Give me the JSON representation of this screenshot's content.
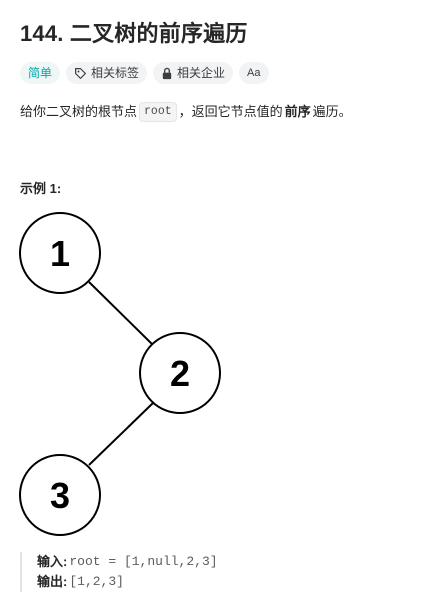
{
  "problem": {
    "title": "144. 二叉树的前序遍历"
  },
  "tags": {
    "difficulty": "简单",
    "related_tags": "相关标签",
    "related_companies": "相关企业",
    "translate": "Aa"
  },
  "description": {
    "prefix": "给你二叉树的根节点",
    "code": "root",
    "middle": "，返回它节点值的",
    "bold": "前序",
    "suffix": "遍历。"
  },
  "example": {
    "title": "示例 1:",
    "tree_nodes": [
      "1",
      "2",
      "3"
    ],
    "input_label": "输入:",
    "input_value": "root = [1,null,2,3]",
    "output_label": "输出:",
    "output_value": "[1,2,3]"
  },
  "colors": {
    "easy": "#00a9a9",
    "tag_bg": "#f2f3f4",
    "text": "#262626"
  },
  "icons": [
    "tag-icon",
    "lock-icon",
    "translate-icon"
  ]
}
